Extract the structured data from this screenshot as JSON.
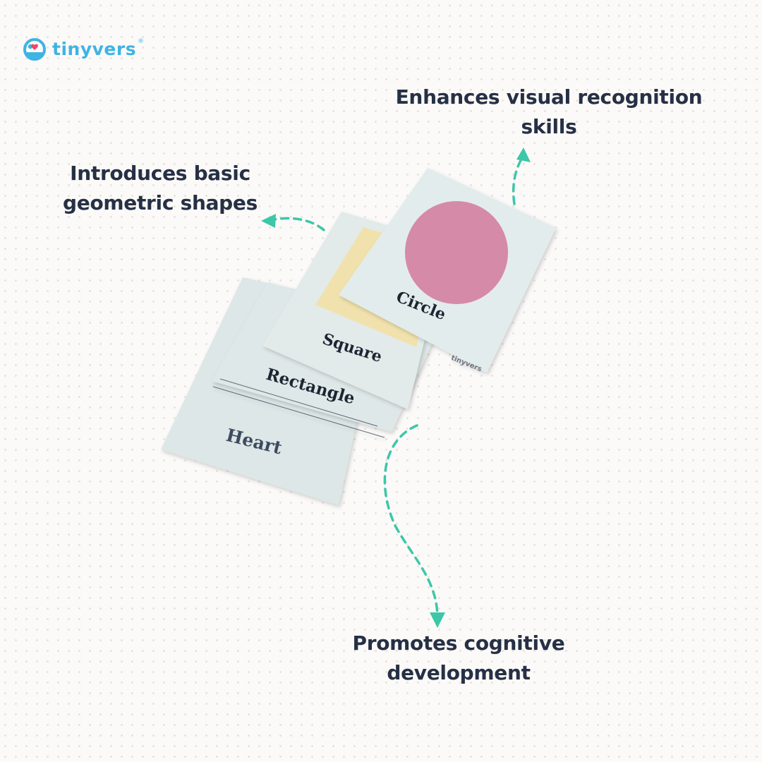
{
  "brand": {
    "logo_text": "tinyvers",
    "registered_mark": "®",
    "colors": {
      "primary": "#3fb3e4",
      "accent": "#e9486a"
    }
  },
  "callouts": {
    "visual_recognition": [
      "Enhances visual recognition",
      "skills"
    ],
    "geometric_shapes": [
      "Introduces basic",
      "geometric shapes"
    ],
    "cognitive_development": [
      "Promotes cognitive",
      "development"
    ]
  },
  "cards": [
    {
      "label": "Heart",
      "shape": "heart",
      "shape_color": "#eec4c6"
    },
    {
      "label": "Rectangle",
      "shape": "rectangle"
    },
    {
      "label": "Square",
      "shape": "square",
      "shape_color": "#f1e2ad"
    },
    {
      "label": "Circle",
      "shape": "circle",
      "shape_color": "#d58aa8"
    }
  ],
  "card_watermark": "tinyvers",
  "colors": {
    "card": "#dfe8e8",
    "text_dark": "#263045",
    "arrow": "#3cc7a8",
    "background": "#fbfaf8"
  },
  "arrow_style": "dashed"
}
